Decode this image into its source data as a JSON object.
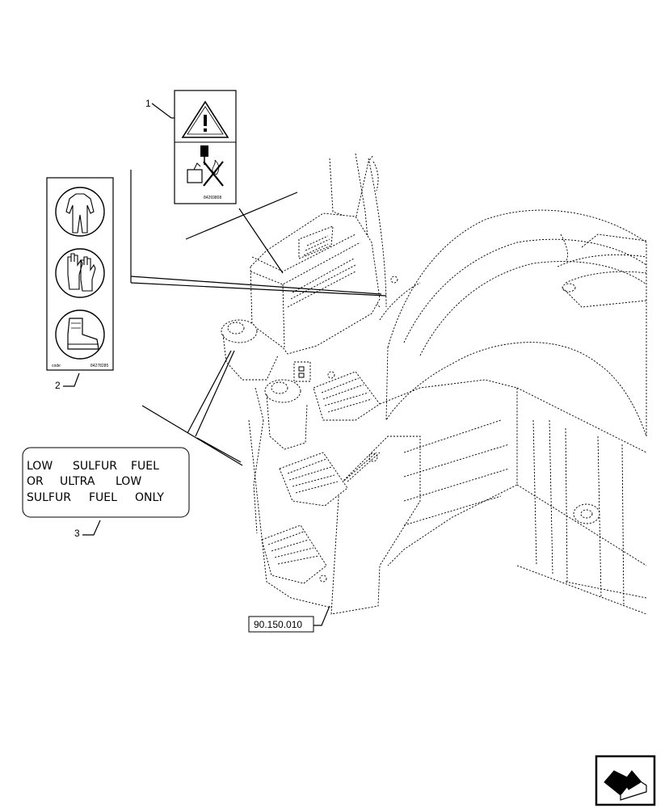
{
  "callouts": {
    "item1": "1",
    "item2": "2",
    "item3": "3"
  },
  "decal1": {
    "icons": [
      "warning-triangle-icon",
      "no-flame-refuel-icon"
    ],
    "code": "84269808"
  },
  "decal2": {
    "icons": [
      "coverall-icon",
      "gloves-icon",
      "safety-boot-icon"
    ],
    "code_left": "code",
    "code_right": "84278285"
  },
  "decal3": {
    "lines": [
      [
        "LOW",
        "SULFUR",
        "FUEL"
      ],
      [
        "OR",
        "ULTRA",
        "LOW"
      ],
      [
        "SULFUR",
        "FUEL",
        "ONLY"
      ]
    ]
  },
  "reference": {
    "label": "90.150.010"
  },
  "nav": {
    "icon": "next-page-arrow-icon"
  }
}
